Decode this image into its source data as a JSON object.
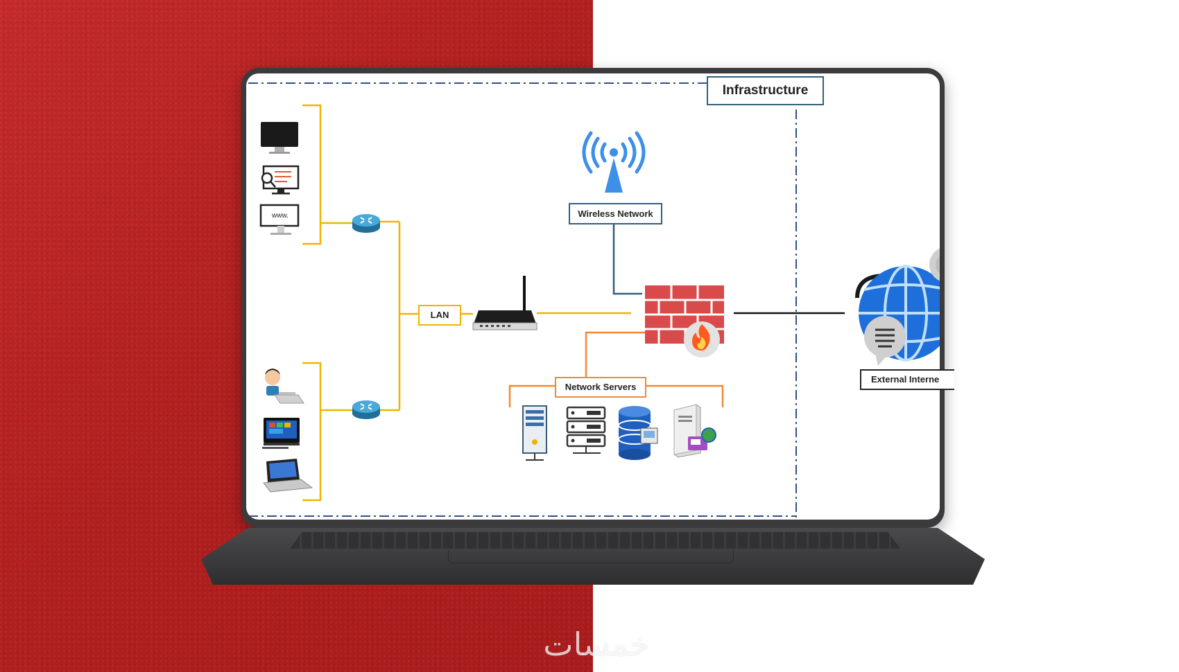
{
  "diagram": {
    "title": "Infrastructure",
    "labels": {
      "wireless": "Wireless Network",
      "lan": "LAN",
      "servers": "Network Servers",
      "external": "External Interne"
    },
    "nodes": {
      "clients_top": [
        "desktop-monitor",
        "monitor-with-document",
        "monitor-with-web-browser"
      ],
      "clients_bottom": [
        "person-with-laptop",
        "all-in-one-pc",
        "laptop"
      ],
      "switches": [
        "switch-top",
        "switch-bottom"
      ],
      "router": "wireless-router",
      "access_point": "wifi-antenna",
      "firewall": "firewall",
      "servers": [
        "tower-server",
        "rack-server",
        "database-server",
        "web-server"
      ],
      "internet": "globe-internet"
    },
    "edges": [
      [
        "clients_top",
        "switch-top"
      ],
      [
        "clients_bottom",
        "switch-bottom"
      ],
      [
        "switch-top",
        "LAN"
      ],
      [
        "switch-bottom",
        "LAN"
      ],
      [
        "LAN",
        "wireless-router"
      ],
      [
        "wireless-router",
        "firewall"
      ],
      [
        "Wireless Network",
        "firewall"
      ],
      [
        "firewall",
        "Network Servers"
      ],
      [
        "firewall",
        "External Interne"
      ]
    ]
  },
  "colors": {
    "background_red": "#b52222",
    "laptop_body": "#3b3b3d",
    "client_lines": "#f0b400",
    "server_lines": "#f08a30",
    "wireless_line": "#2f5f7c",
    "boundary": "#2b4f8a",
    "switch": "#3a9ac9",
    "wifi": "#3d8fe8",
    "firewall": "#e05555",
    "globe": "#1e6fd9"
  },
  "watermark": "خمسات"
}
